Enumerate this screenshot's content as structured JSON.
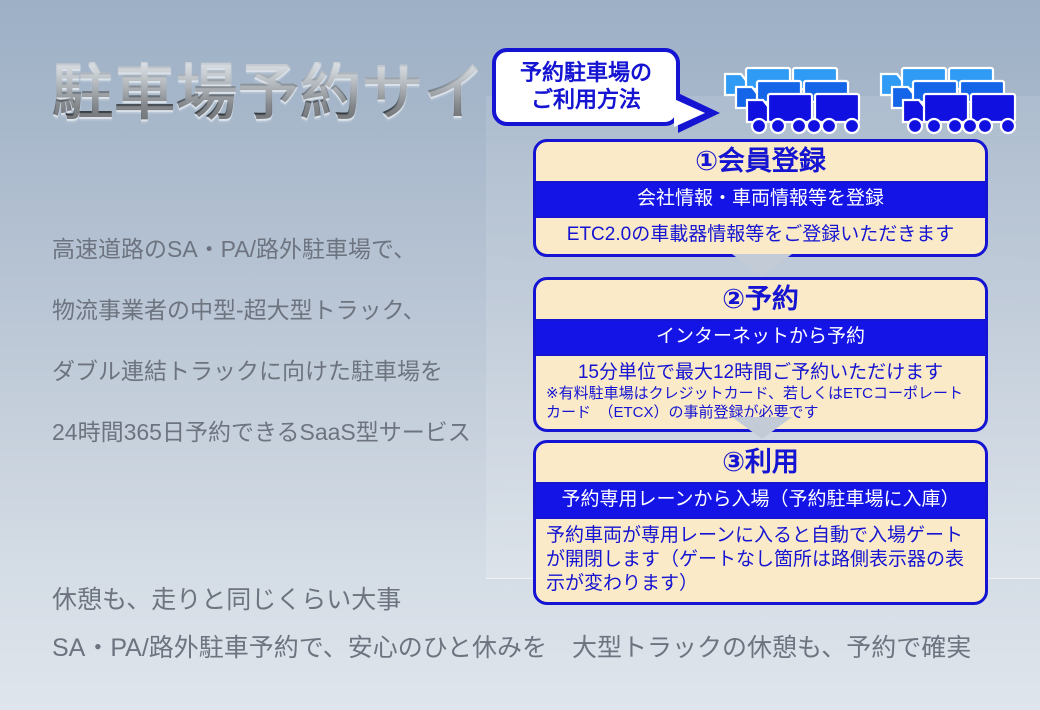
{
  "title": "駐車場予約サイト",
  "lead": {
    "lines": [
      "高速道路のSA・PA/路外駐車場で、",
      "物流事業者の中型-超大型トラック、",
      "ダブル連結トラックに向けた駐車場を",
      "24時間365日予約できるSaaS型サービス"
    ]
  },
  "taglines": {
    "lines": [
      "休憩も、走りと同じくらい大事",
      "SA・PA/路外駐車予約で、安心のひと休みを　大型トラックの休憩も、予約で確実"
    ]
  },
  "bubble": {
    "line1": "予約駐車場の",
    "line2": "ご利用方法"
  },
  "steps": [
    {
      "heading": "①会員登録",
      "bar": "会社情報・車両情報等を登録",
      "body_main": "ETC2.0の車載器情報等をご登録いただきます",
      "body_note": ""
    },
    {
      "heading": "②予約",
      "bar": "インターネットから予約",
      "body_main": "15分単位で最大12時間ご予約いただけます",
      "body_note": "※有料駐車場はクレジットカード、若しくはETCコーポレートカード　（ETCX）の事前登録が必要です"
    },
    {
      "heading": "③利用",
      "bar": "予約専用レーンから入場（予約駐車場に入庫）",
      "body_main": "予約車両が専用レーンに入ると自動で入場ゲートが開閉します（ゲートなし箇所は路側表示器の表示が変わります）",
      "body_note": ""
    }
  ],
  "trucks": {
    "group_count": 2,
    "trucks_per_group": 3,
    "colors": {
      "back": "#2f9bf5",
      "middle": "#1565e8",
      "front": "#1010e0"
    }
  },
  "colors": {
    "blue_border": "#1414d2",
    "blue_bar": "#1414e6",
    "cream": "#fbeac7",
    "body_text": "#6d7480",
    "connector": "#c3cbd6",
    "bg_top": "#9db0c6",
    "bg_bottom": "#dfe5ec"
  }
}
